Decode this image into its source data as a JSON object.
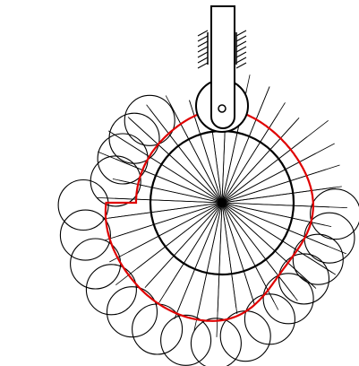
{
  "diagram": {
    "kind": "cam-follower-layout",
    "base_circle": {
      "present": true
    },
    "roller_circles": {
      "count": 19
    },
    "radial_lines": {
      "count": 36
    },
    "pitch_curve": {
      "color": "#e00000"
    },
    "follower": {
      "type": "roller",
      "guide": "hatched"
    }
  }
}
